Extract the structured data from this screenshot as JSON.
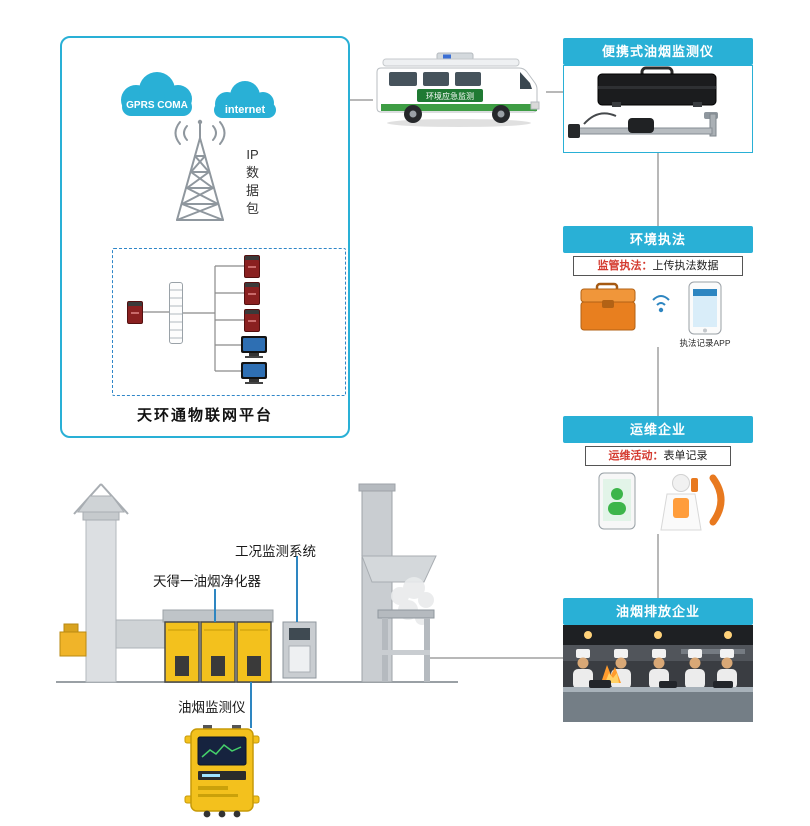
{
  "colors": {
    "accent_cyan": "#29b0d6",
    "dashed_border_blue": "#2f86c8",
    "purifier_yellow": "#f3c11d",
    "label_line_blue": "#2e86c1",
    "red_text": "#d43a2f",
    "connector_gray": "#a0a0a0"
  },
  "platform": {
    "title": "天环通物联网平台",
    "clouds": {
      "gprs": "GPRS COMA",
      "internet": "internet"
    },
    "ip_packet": [
      "IP",
      "数",
      "据",
      "包"
    ]
  },
  "van": {
    "side_text": "环境应急监测"
  },
  "panels": [
    {
      "title": "便携式油烟监测仪"
    },
    {
      "title": "环境执法",
      "line_prefix": "监管执法：",
      "line_text": "上传执法数据",
      "caption": "执法记录APP"
    },
    {
      "title": "运维企业",
      "line_prefix": "运维活动：",
      "line_text": "表单记录"
    },
    {
      "title": "油烟排放企业"
    }
  ],
  "factory": {
    "condition_label": "工况监测系统",
    "purifier_label": "天得一油烟净化器",
    "monitor_label": "油烟监测仪"
  }
}
